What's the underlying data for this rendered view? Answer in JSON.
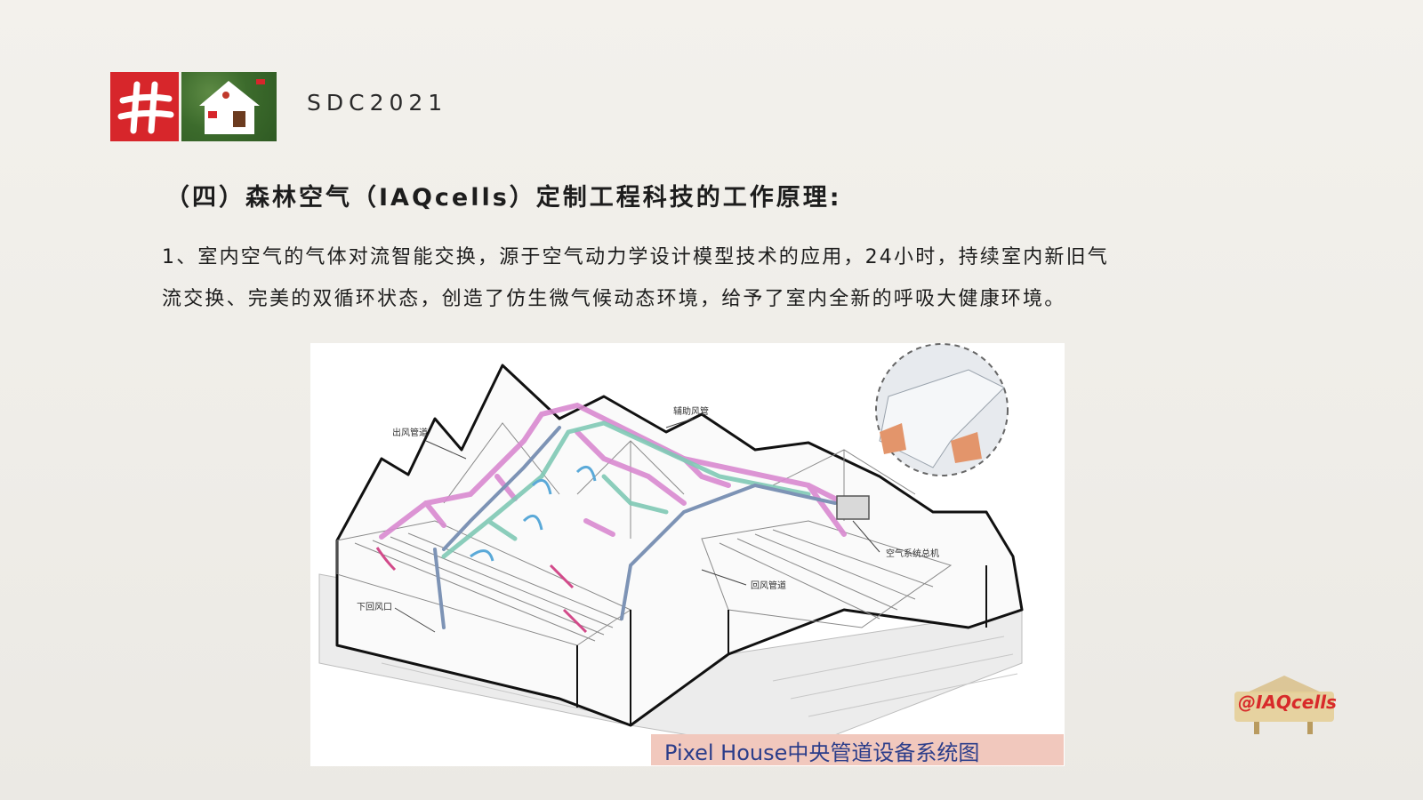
{
  "header": {
    "brand_mark": "SDC2021",
    "logo_left_char": "井",
    "logo_right_caption": "Pixel House"
  },
  "heading": "（四）森林空气（IAQcells）定制工程科技的工作原理:",
  "paragraph": {
    "lines": [
      "1、室内空气的气体对流智能交换，源于空气动力学设计模型技术的应用，24小时，持续室内新旧气",
      "流交换、完美的双循环状态，创造了仿生微气候动态环境，给予了室内全新的呼吸大健康环境。"
    ]
  },
  "figure": {
    "labels": {
      "outlet_duct": "出风管道",
      "aux_duct": "辅助风管",
      "air_system": "空气系统总机",
      "return_duct": "回风管道",
      "lower_return": "下回风口"
    },
    "caption": "Pixel House中央管道设备系统图",
    "colors": {
      "supply": "#d98ad0",
      "return": "#7fc9b5",
      "airflow": "#5aa9d8",
      "caption_bg": "#f1c8bd",
      "caption_text": "#2b3d8a"
    }
  },
  "watermark": {
    "text": "@IAQcells",
    "icon": "cabin-sign-icon"
  },
  "colors": {
    "logo_red": "#d7262b",
    "logo_green": "#3c6b2c"
  }
}
